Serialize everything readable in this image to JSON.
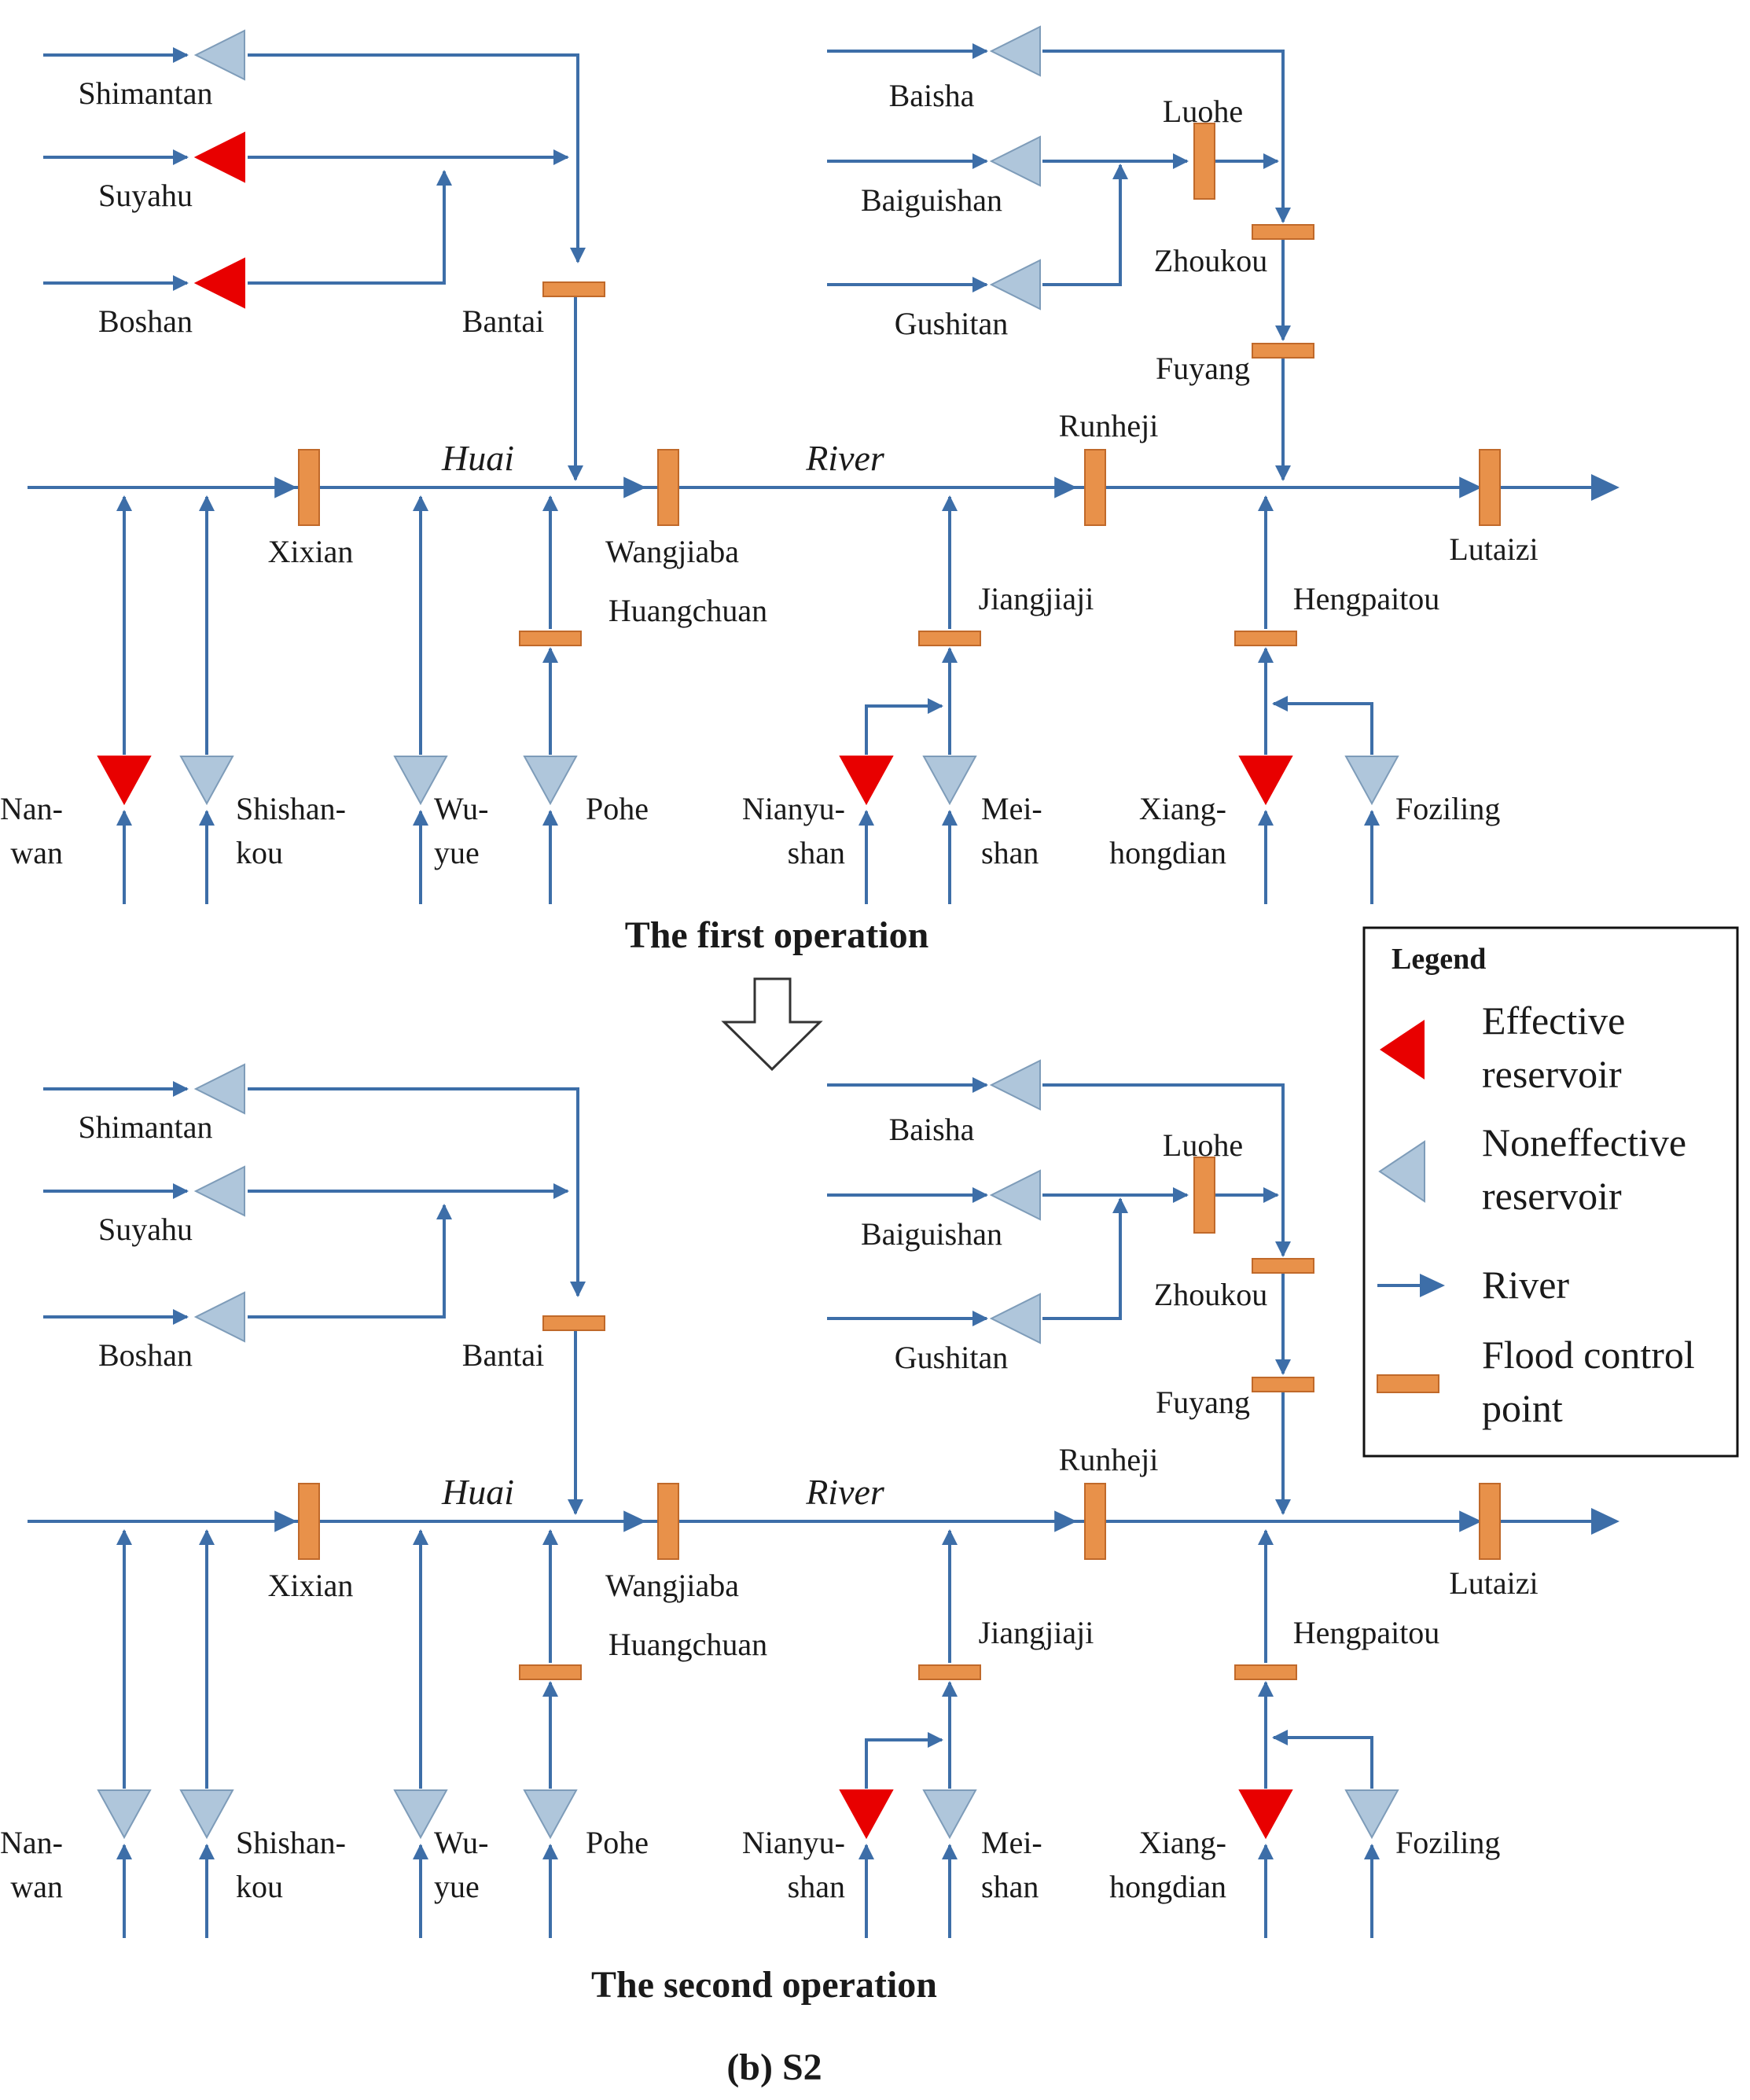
{
  "colors": {
    "river": "#3D6EA8",
    "flood_point_fill": "#E8914A",
    "flood_point_stroke": "#C0692A",
    "effective": "#E80000",
    "noneffective_fill": "#AFC6DB",
    "noneffective_stroke": "#7E9CB9"
  },
  "river_labels": {
    "huai": "Huai",
    "river": "River"
  },
  "stations": {
    "shimantan": "Shimantan",
    "suyahu": "Suyahu",
    "boshan": "Boshan",
    "bantai": "Bantai",
    "baisha": "Baisha",
    "baiguishan": "Baiguishan",
    "gushitan": "Gushitan",
    "luohe": "Luohe",
    "zhoukou": "Zhoukou",
    "fuyang": "Fuyang",
    "runheji": "Runheji",
    "xixian": "Xixian",
    "wangjiaba": "Wangjiaba",
    "lutaizi": "Lutaizi",
    "huangchuan": "Huangchuan",
    "jiangjiaji": "Jiangjiaji",
    "hengpaitou": "Hengpaitou",
    "nanwan": [
      "Nan-",
      "wan"
    ],
    "shishankou": [
      "Shishan-",
      "kou"
    ],
    "wuyue": [
      "Wu-",
      "yue"
    ],
    "pohe": "Pohe",
    "nianyushan": [
      "Nianyu-",
      "shan"
    ],
    "meishan": [
      "Mei-",
      "shan"
    ],
    "xianghongdian": [
      "Xiang-",
      "hongdian"
    ],
    "foziling": "Foziling"
  },
  "operations": [
    {
      "caption": "The first operation",
      "effective": [
        "suyahu",
        "boshan",
        "nanwan",
        "nianyushan",
        "xianghongdian"
      ]
    },
    {
      "caption": "The second operation",
      "effective": [
        "nianyushan",
        "xianghongdian"
      ]
    }
  ],
  "legend": {
    "title": "Legend",
    "items": [
      {
        "icon": "effective-reservoir",
        "lines": [
          "Effective",
          "reservoir"
        ]
      },
      {
        "icon": "noneffective-reservoir",
        "lines": [
          "Noneffective",
          "reservoir"
        ]
      },
      {
        "icon": "river-arrow",
        "lines": [
          "River"
        ]
      },
      {
        "icon": "flood-control-point",
        "lines": [
          "Flood control",
          "point"
        ]
      }
    ]
  },
  "subfigure_label": "(b) S2"
}
